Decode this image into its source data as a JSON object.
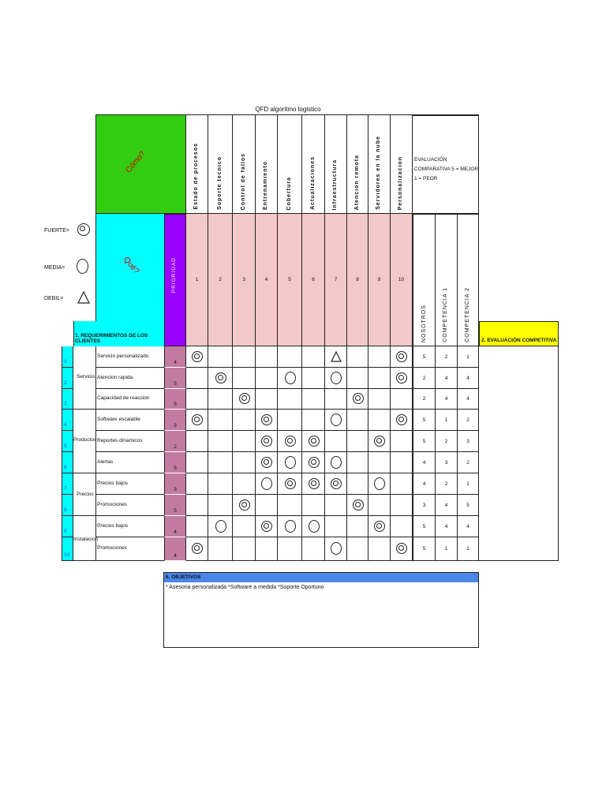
{
  "title": "QFD algoritmo logistico",
  "como": "Cómo?",
  "que": "Qué?",
  "prioridad": "PRIORIDAD",
  "legend": [
    {
      "label": "FUERTE=",
      "symbol": "strong"
    },
    {
      "label": "MEDIA=",
      "symbol": "medium"
    },
    {
      "label": "DEBIL=",
      "symbol": "weak"
    }
  ],
  "hows": [
    "Estado de procesos",
    "Soporte tecnico",
    "Control de fallos",
    "Entrenamiento",
    "Cobertura",
    "Actualizaciones",
    "Infraestructura",
    "Atencion remota",
    "Servidores en la nube",
    "Personalizacion"
  ],
  "how_numbers": [
    "1",
    "2",
    "3",
    "4",
    "5",
    "6",
    "7",
    "8",
    "9",
    "10"
  ],
  "eval_note": "EVALUACIÓN COMPARATIVA 5 = MEJOR 1 = PEOR",
  "eval_columns": [
    "NOSOTROS",
    "COMPETENCIA 1",
    "COMPETENCIA 2"
  ],
  "req_header": "1. REQUERIMIENTOS DE LOS CLIENTES",
  "comp_header": "2. EVALUACIÓN COMPETITIVA",
  "groups": [
    {
      "label": "Servicio"
    },
    {
      "label": "Productos"
    },
    {
      "label": "Precios"
    },
    {
      "label": "Instalacion"
    }
  ],
  "rows": [
    {
      "n": "1",
      "req": "Servicio personalizado",
      "p": "4",
      "rel": [
        "S",
        "",
        "",
        "",
        "",
        "",
        "W",
        "",
        "",
        "S"
      ],
      "ev": [
        "5",
        "2",
        "1"
      ]
    },
    {
      "n": "2",
      "req": "Atencion rapida",
      "p": "5",
      "rel": [
        "",
        "S",
        "",
        "",
        "M",
        "",
        "M",
        "",
        "",
        "S"
      ],
      "ev": [
        "2",
        "4",
        "4"
      ]
    },
    {
      "n": "3",
      "req": "Capacidad de reaccion",
      "p": "5",
      "rel": [
        "",
        "",
        "S",
        "",
        "",
        "",
        "",
        "S",
        "",
        ""
      ],
      "ev": [
        "2",
        "4",
        "4"
      ]
    },
    {
      "n": "4",
      "req": "Software escalable",
      "p": "3",
      "rel": [
        "S",
        "",
        "",
        "S",
        "",
        "",
        "M",
        "",
        "",
        "S"
      ],
      "ev": [
        "5",
        "1",
        "2"
      ]
    },
    {
      "n": "5",
      "req": "Reportes dinamicos",
      "p": "2",
      "rel": [
        "",
        "",
        "",
        "S",
        "S",
        "S",
        "",
        "",
        "S",
        ""
      ],
      "ev": [
        "5",
        "2",
        "3"
      ]
    },
    {
      "n": "6",
      "req": "Alertas",
      "p": "5",
      "rel": [
        "",
        "",
        "",
        "S",
        "M",
        "S",
        "M",
        "",
        "",
        ""
      ],
      "ev": [
        "4",
        "3",
        "2"
      ]
    },
    {
      "n": "7",
      "req": "Precios bajos",
      "p": "3",
      "rel": [
        "",
        "",
        "",
        "M",
        "S",
        "S",
        "S",
        "",
        "M",
        ""
      ],
      "ev": [
        "4",
        "2",
        "1"
      ]
    },
    {
      "n": "8",
      "req": "Promociones",
      "p": "5",
      "rel": [
        "",
        "",
        "S",
        "",
        "",
        "",
        "",
        "S",
        "",
        ""
      ],
      "ev": [
        "3",
        "4",
        "5"
      ]
    },
    {
      "n": "9",
      "req": "Precios bajos",
      "p": "4",
      "rel": [
        "",
        "M",
        "",
        "S",
        "M",
        "M",
        "",
        "",
        "S",
        ""
      ],
      "ev": [
        "5",
        "4",
        "4"
      ]
    },
    {
      "n": "10",
      "req": "Promociones",
      "p": "4",
      "rel": [
        "S",
        "",
        "",
        "",
        "",
        "",
        "M",
        "",
        "",
        "S"
      ],
      "ev": [
        "5",
        "1",
        "1"
      ]
    }
  ],
  "objectives_header": "6. OBJETIVOS",
  "objectives_text": "* Asesoria personalizada   *Software a medida   *Soporte Oportuno"
}
